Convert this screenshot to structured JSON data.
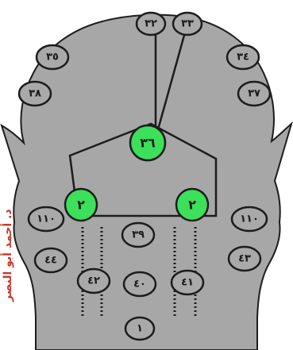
{
  "diagram": {
    "colors": {
      "head_fill": "#a7a7a7",
      "outline": "#1c1c1c",
      "green_point": "#3ce05a",
      "gray_point": "#a9a9a9",
      "credit_text": "#c83a2e"
    },
    "points": {
      "p32": "٣٢",
      "p33": "٣٣",
      "p35": "٣٥",
      "p34": "٣٤",
      "p38": "٣٨",
      "p37": "٣٧",
      "p36": "٣٦",
      "p2_left": "٢",
      "p2_right": "٢",
      "p110_left": "١١٠",
      "p110_right": "١١٠",
      "p39": "٣٩",
      "p44": "٤٤",
      "p43": "٤٣",
      "p42": "٤٢",
      "p40": "٤٠",
      "p41": "٤١",
      "p1": "١"
    },
    "credit": "د. أحمد أبو النصر"
  }
}
